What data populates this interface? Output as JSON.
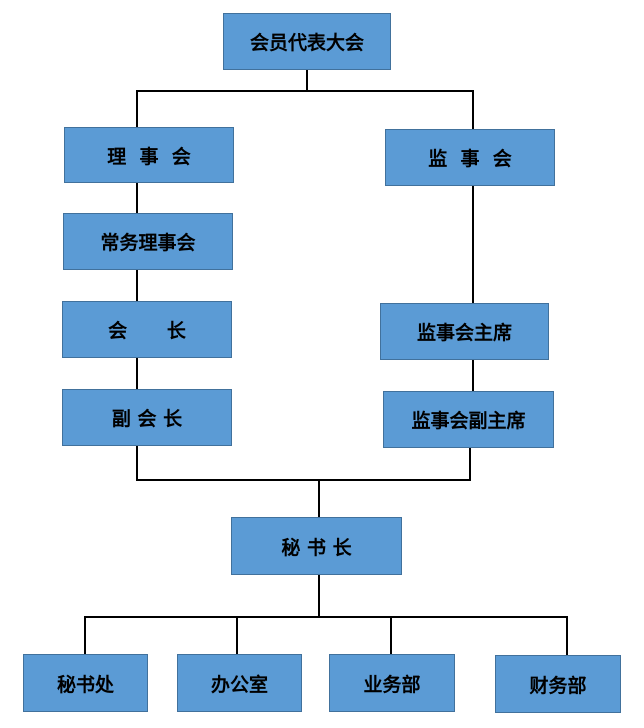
{
  "chart": {
    "nodes": {
      "assembly": "会员代表大会",
      "council": "理  事  会",
      "supervisory_board": "监  事  会",
      "standing_council": "常务理事会",
      "president": "会      长",
      "supervisory_chair": "监事会主席",
      "vice_president": "副 会 长",
      "supervisory_vice_chair": "监事会副主席",
      "secretary_general": "秘 书 长",
      "secretariat": "秘书处",
      "general_office": "办公室",
      "business_dept": "业务部",
      "finance_dept": "财务部"
    },
    "colors": {
      "box_fill": "#5b9bd5",
      "box_border": "#41719c",
      "connector": "#000000",
      "text": "#000000"
    }
  }
}
